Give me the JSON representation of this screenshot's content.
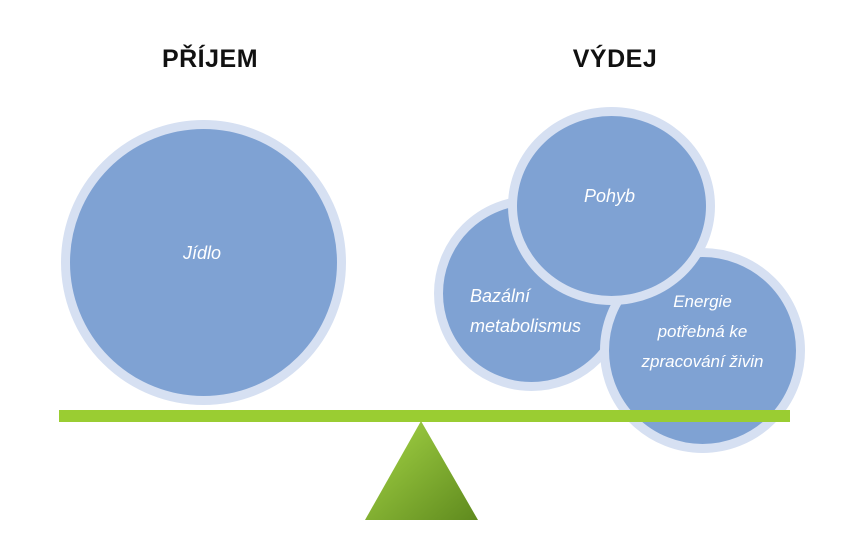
{
  "headings": {
    "intake": "PŘÍJEM",
    "expenditure": "VÝDEJ"
  },
  "circles": {
    "food": "Jídlo",
    "movement": "Pohyb",
    "basal": "Bazální metabolismus",
    "digestion": "Energie potřebná ke zpracování živin"
  },
  "colors": {
    "circle_fill": "#7fa2d3",
    "circle_ring": "#d6e0f2",
    "beam": "#9acd32",
    "fulcrum_light": "#98cb3a",
    "fulcrum_dark": "#5f8a1e"
  }
}
